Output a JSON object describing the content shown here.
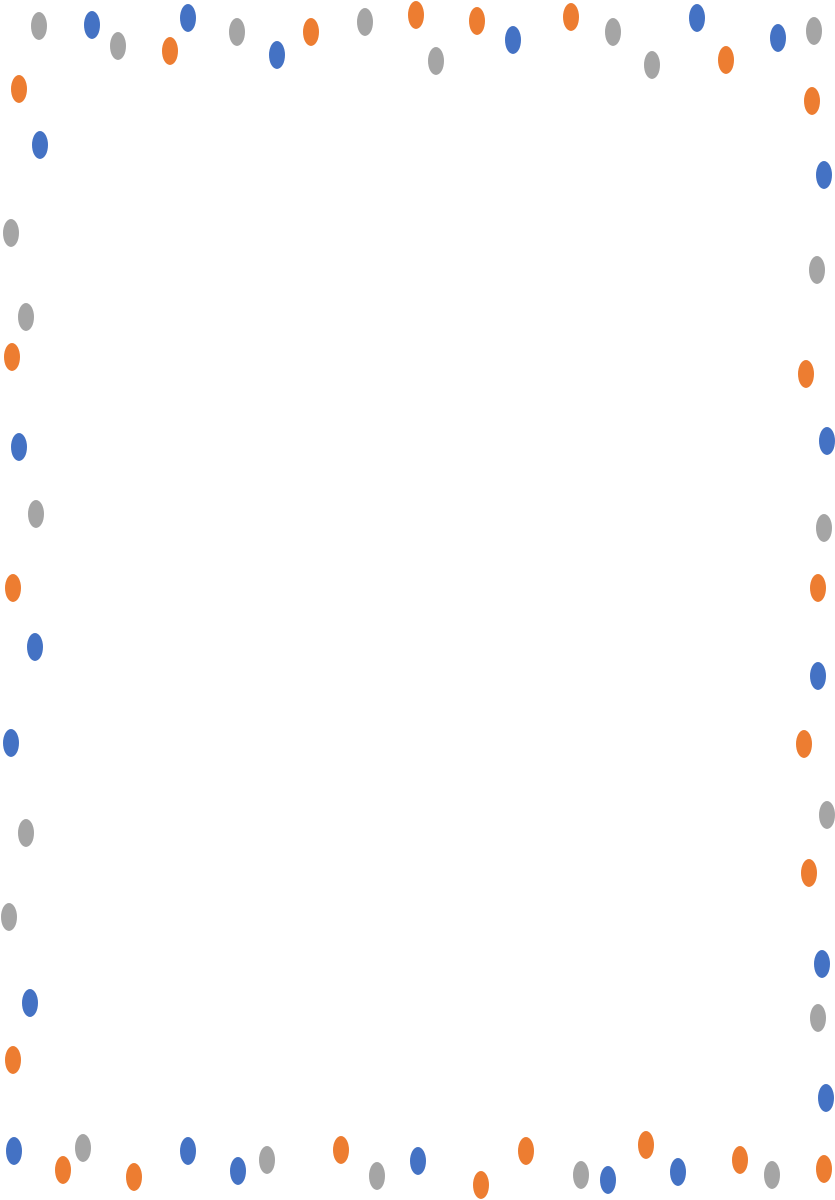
{
  "palette": {
    "background": "#ffffff",
    "orange": "#ED7D31",
    "blue": "#4472C4",
    "gray": "#A5A5A5"
  },
  "decoration": {
    "type": "confetti-dot-page-border",
    "dot_colors": [
      "gray",
      "blue",
      "orange"
    ]
  }
}
